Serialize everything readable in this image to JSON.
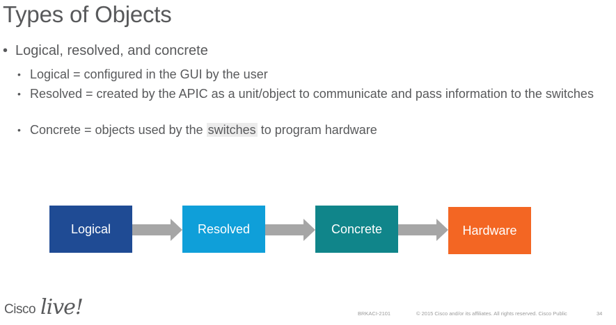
{
  "slide": {
    "title": "Types of Objects",
    "bullet_main": "Logical, resolved, and concrete",
    "sub_bullets": [
      {
        "text": "Logical = configured in the GUI by the user"
      },
      {
        "text": "Resolved = created by the APIC as a unit/object to communicate and pass information to the switches"
      },
      {
        "pre": "Concrete = objects used by the ",
        "highlight": "switches",
        "post": " to program hardware"
      }
    ],
    "bullet_glyph": "•"
  },
  "flow": {
    "boxes": [
      {
        "label": "Logical",
        "color": "#1f4b94"
      },
      {
        "label": "Resolved",
        "color": "#0f9fd9"
      },
      {
        "label": "Concrete",
        "color": "#10858a"
      },
      {
        "label": "Hardware",
        "color": "#f36623"
      }
    ],
    "arrow_color": "#a6a6a6"
  },
  "footer": {
    "logo_word": "Cisco",
    "logo_script": "live!",
    "session_id": "BRKACI-2101",
    "copyright": "© 2015  Cisco and/or its affiliates. All rights reserved.   Cisco Public",
    "page_number": "34"
  }
}
